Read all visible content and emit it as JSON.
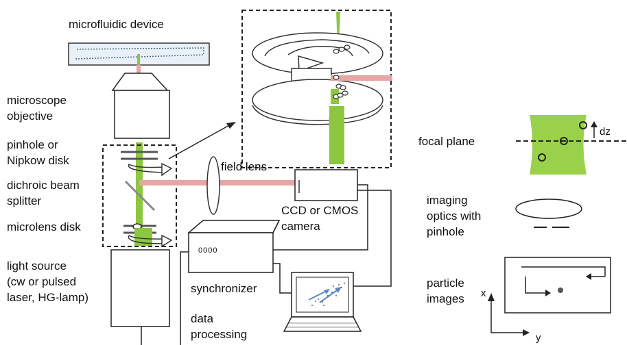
{
  "labels": {
    "microfluidic_device": "microfluidic device",
    "microscope_objective": [
      "microscope",
      "objective"
    ],
    "pinhole_nipkow": [
      "pinhole or",
      "Nipkow disk"
    ],
    "dichroic_beam_splitter": [
      "dichroic beam",
      "splitter"
    ],
    "microlens_disk": "microlens disk",
    "light_source": [
      "light source",
      "(cw or pulsed",
      "laser, HG-lamp)"
    ],
    "field_lens": "field lens",
    "camera": [
      "CCD or CMOS",
      "camera"
    ],
    "synchronizer": "synchronizer",
    "data_processing": [
      "data",
      "processing"
    ],
    "focal_plane": "focal plane",
    "dz": "dz",
    "imaging_optics": [
      "imaging",
      "optics with",
      "pinhole"
    ],
    "particle_images": [
      "particle",
      "images"
    ],
    "axis_x": "x",
    "axis_y": "y",
    "synchronizer_display": "0000"
  },
  "colors": {
    "green_beam": "#8dc63f",
    "red_beam": "#e8a5a5",
    "focal_green": "#9ad14b",
    "laptop_arrow": "#5b87c5"
  }
}
